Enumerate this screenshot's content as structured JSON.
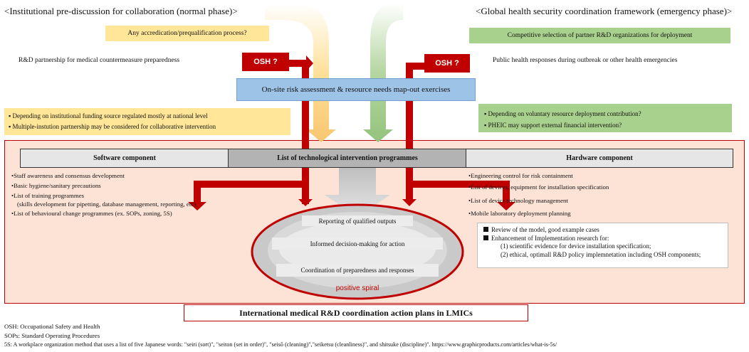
{
  "headers": {
    "left": "<Institutional pre-discussion for collaboration (normal phase)>",
    "right": "<Global health security coordination framework (emergency phase)>"
  },
  "left_top": {
    "accreditation": "Any accredication/prequalification process?",
    "partnership": "R&D partnership for medical countermeasure preparedness"
  },
  "right_top": {
    "selection": "Competitive selection of partner R&D organizations for deployment",
    "responses": "Public health responses during outbreak or other health emergencies"
  },
  "osh_labels": [
    "OSH ?",
    "OSH ?"
  ],
  "assessment": "On-site risk assessment &  resource needs map-out exercises",
  "left_funding": [
    "Depending on institutional funding source regulated mostly at national level",
    "Multiple-instution partnership may be considered for collaborative intervention"
  ],
  "right_funding": [
    "Depending on voluntary resource deployment contribution?",
    "PHEIC may support external financial intervention?"
  ],
  "components": {
    "software": "Software component",
    "center": "List of technological intervention programmes",
    "hardware": "Hardware component"
  },
  "software_items": [
    "•Staff awareness and consensus development",
    "•Basic hygiene/sanitary precautions",
    "•List of training programmes",
    "(skills development for pipetting, database management, reporting, etc)",
    "•List of behavioural change programmes (ex. SOPs, zoning, 5S)"
  ],
  "hardware_items": [
    "•Engineering control  for risk containment",
    "•List of devices, equipment for installation specification",
    "•List of device technology management",
    "•Mobile laboratory deployment planning"
  ],
  "spiral": {
    "step1": "Reporting of qualified outputs",
    "step2": "Informed decision-making for action",
    "step3": "Coordination of preparedness and responses",
    "label": "positive spiral"
  },
  "review": {
    "item1": "Review of the model, good example cases",
    "item2": "Enhancement of Implementation research for:",
    "sub1": "(1) scientific evidence for device installation specification;",
    "sub2": "(2) ethical, optimall R&D policy implemnetation including OSH components;"
  },
  "plans": "International medical R&D coordination action plans in LMICs",
  "footnotes": [
    "OSH: Occupational Safety and Health",
    "SOPs: Standard Operating Procedures",
    "5S: A workplace organization method that uses a list of five Japanese words: \"seiri (sort)\", \"seiton (set in order)\", \"seisō (cleaning)\",\"seiketsu (cleanliness)\", and shitsuke (discipline)\".  https://www.graphicproducts.com/articles/what-is-5s/"
  ],
  "colors": {
    "red": "#c00000",
    "yellow": "#ffe699",
    "green": "#a9d18e",
    "blue": "#9dc3e6",
    "peach": "#fde3d6"
  }
}
